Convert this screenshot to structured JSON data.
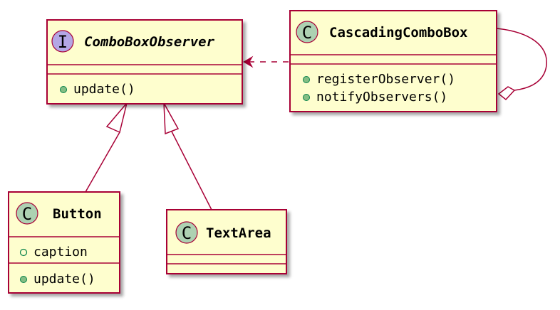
{
  "diagram": {
    "colors": {
      "class_fill": "#FEFECE",
      "border": "#A80036",
      "interface_badge": "#B4A7E5",
      "class_badge": "#ADD1B2",
      "public_method_dot": "#84BE84",
      "public_field_ring": "#038048"
    },
    "classes": {
      "combo_box_observer": {
        "stereotype": "I",
        "name": "ComboBoxObserver",
        "methods": [
          "update()"
        ]
      },
      "cascading_combo_box": {
        "stereotype": "C",
        "name": "CascadingComboBox",
        "methods": [
          "registerObserver()",
          "notifyObservers()"
        ]
      },
      "button": {
        "stereotype": "C",
        "name": "Button",
        "fields": [
          "caption"
        ],
        "methods": [
          "update()"
        ]
      },
      "text_area": {
        "stereotype": "C",
        "name": "TextArea"
      }
    },
    "relations": [
      {
        "type": "dependency",
        "from": "CascadingComboBox",
        "to": "ComboBoxObserver"
      },
      {
        "type": "realization",
        "from": "Button",
        "to": "ComboBoxObserver"
      },
      {
        "type": "realization",
        "from": "TextArea",
        "to": "ComboBoxObserver"
      },
      {
        "type": "aggregation",
        "from": "CascadingComboBox",
        "to": "CascadingComboBox"
      }
    ]
  }
}
